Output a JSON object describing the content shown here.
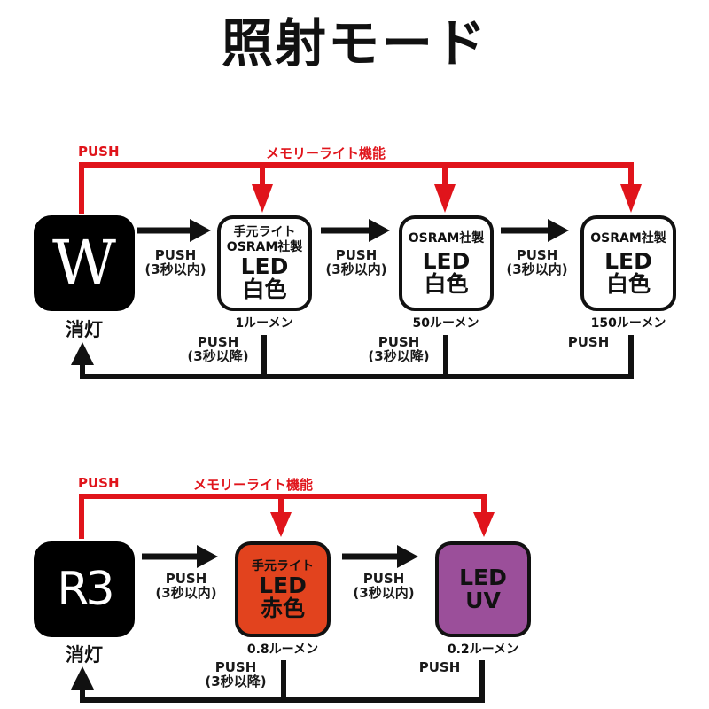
{
  "title": "照射モード",
  "colors": {
    "memory_red": "#e0141b",
    "red_light_box": "#e2431e",
    "uv_box": "#9b4f9a",
    "line_black": "#111111"
  },
  "sections": [
    {
      "id": "w-mode",
      "memory_push_label": "PUSH",
      "memory_label": "メモリーライト機能",
      "off_state": {
        "icon": "W",
        "label": "消灯"
      },
      "modes": [
        {
          "lines": [
            "手元ライト",
            "OSRAM社製"
          ],
          "big": [
            "LED",
            "白色"
          ],
          "lumen": "1ルーメン",
          "style": "white"
        },
        {
          "lines": [
            "OSRAM社製"
          ],
          "big": [
            "LED",
            "白色"
          ],
          "lumen": "50ルーメン",
          "style": "white"
        },
        {
          "lines": [
            "OSRAM社製"
          ],
          "big": [
            "LED",
            "白色"
          ],
          "lumen": "150ルーメン",
          "style": "white"
        }
      ],
      "forward_labels": [
        {
          "push": "PUSH",
          "cond": "(3秒以内)"
        },
        {
          "push": "PUSH",
          "cond": "(3秒以内)"
        },
        {
          "push": "PUSH",
          "cond": "(3秒以内)"
        }
      ],
      "return_labels": [
        {
          "push": "PUSH",
          "cond": "(3秒以降)"
        },
        {
          "push": "PUSH",
          "cond": "(3秒以降)"
        },
        {
          "push": "PUSH",
          "cond": ""
        }
      ]
    },
    {
      "id": "r3-mode",
      "memory_push_label": "PUSH",
      "memory_label": "メモリーライト機能",
      "off_state": {
        "icon": "R3",
        "label": "消灯"
      },
      "modes": [
        {
          "lines": [
            "手元ライト"
          ],
          "big": [
            "LED",
            "赤色"
          ],
          "lumen": "0.8ルーメン",
          "style": "red"
        },
        {
          "lines": [],
          "big": [
            "LED",
            "UV"
          ],
          "lumen": "0.2ルーメン",
          "style": "purple"
        }
      ],
      "forward_labels": [
        {
          "push": "PUSH",
          "cond": "(3秒以内)"
        },
        {
          "push": "PUSH",
          "cond": "(3秒以内)"
        }
      ],
      "return_labels": [
        {
          "push": "PUSH",
          "cond": "(3秒以降)"
        },
        {
          "push": "PUSH",
          "cond": ""
        }
      ]
    }
  ]
}
